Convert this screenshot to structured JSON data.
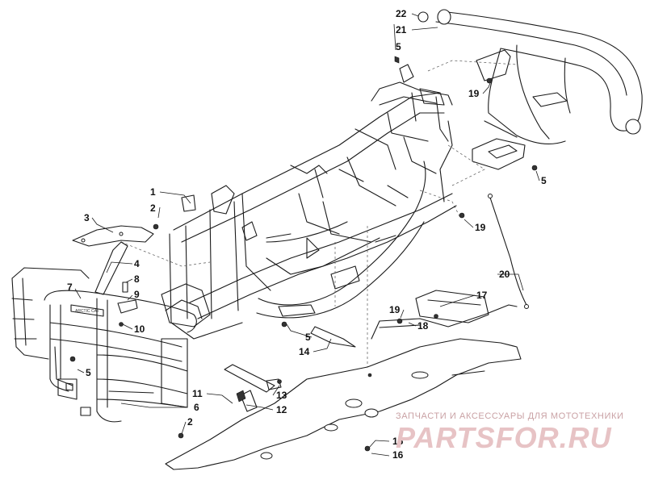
{
  "diagram": {
    "callouts": [
      "1",
      "2",
      "3",
      "4",
      "5",
      "6",
      "7",
      "8",
      "9",
      "10",
      "11",
      "12",
      "13",
      "14",
      "15",
      "16",
      "17",
      "18",
      "19",
      "20",
      "21",
      "22",
      "2",
      "5",
      "5",
      "5",
      "19",
      "19"
    ]
  },
  "watermark": {
    "line1": "ЗАПЧАСТИ И АКСЕССУАРЫ ДЛЯ МОТОТЕХНИКИ",
    "line2": "PARTSFOR.RU"
  },
  "colors": {
    "line": "#1a1a1a",
    "watermark_text": "#c9a1a4",
    "watermark_logo": "#e7c3c5"
  }
}
